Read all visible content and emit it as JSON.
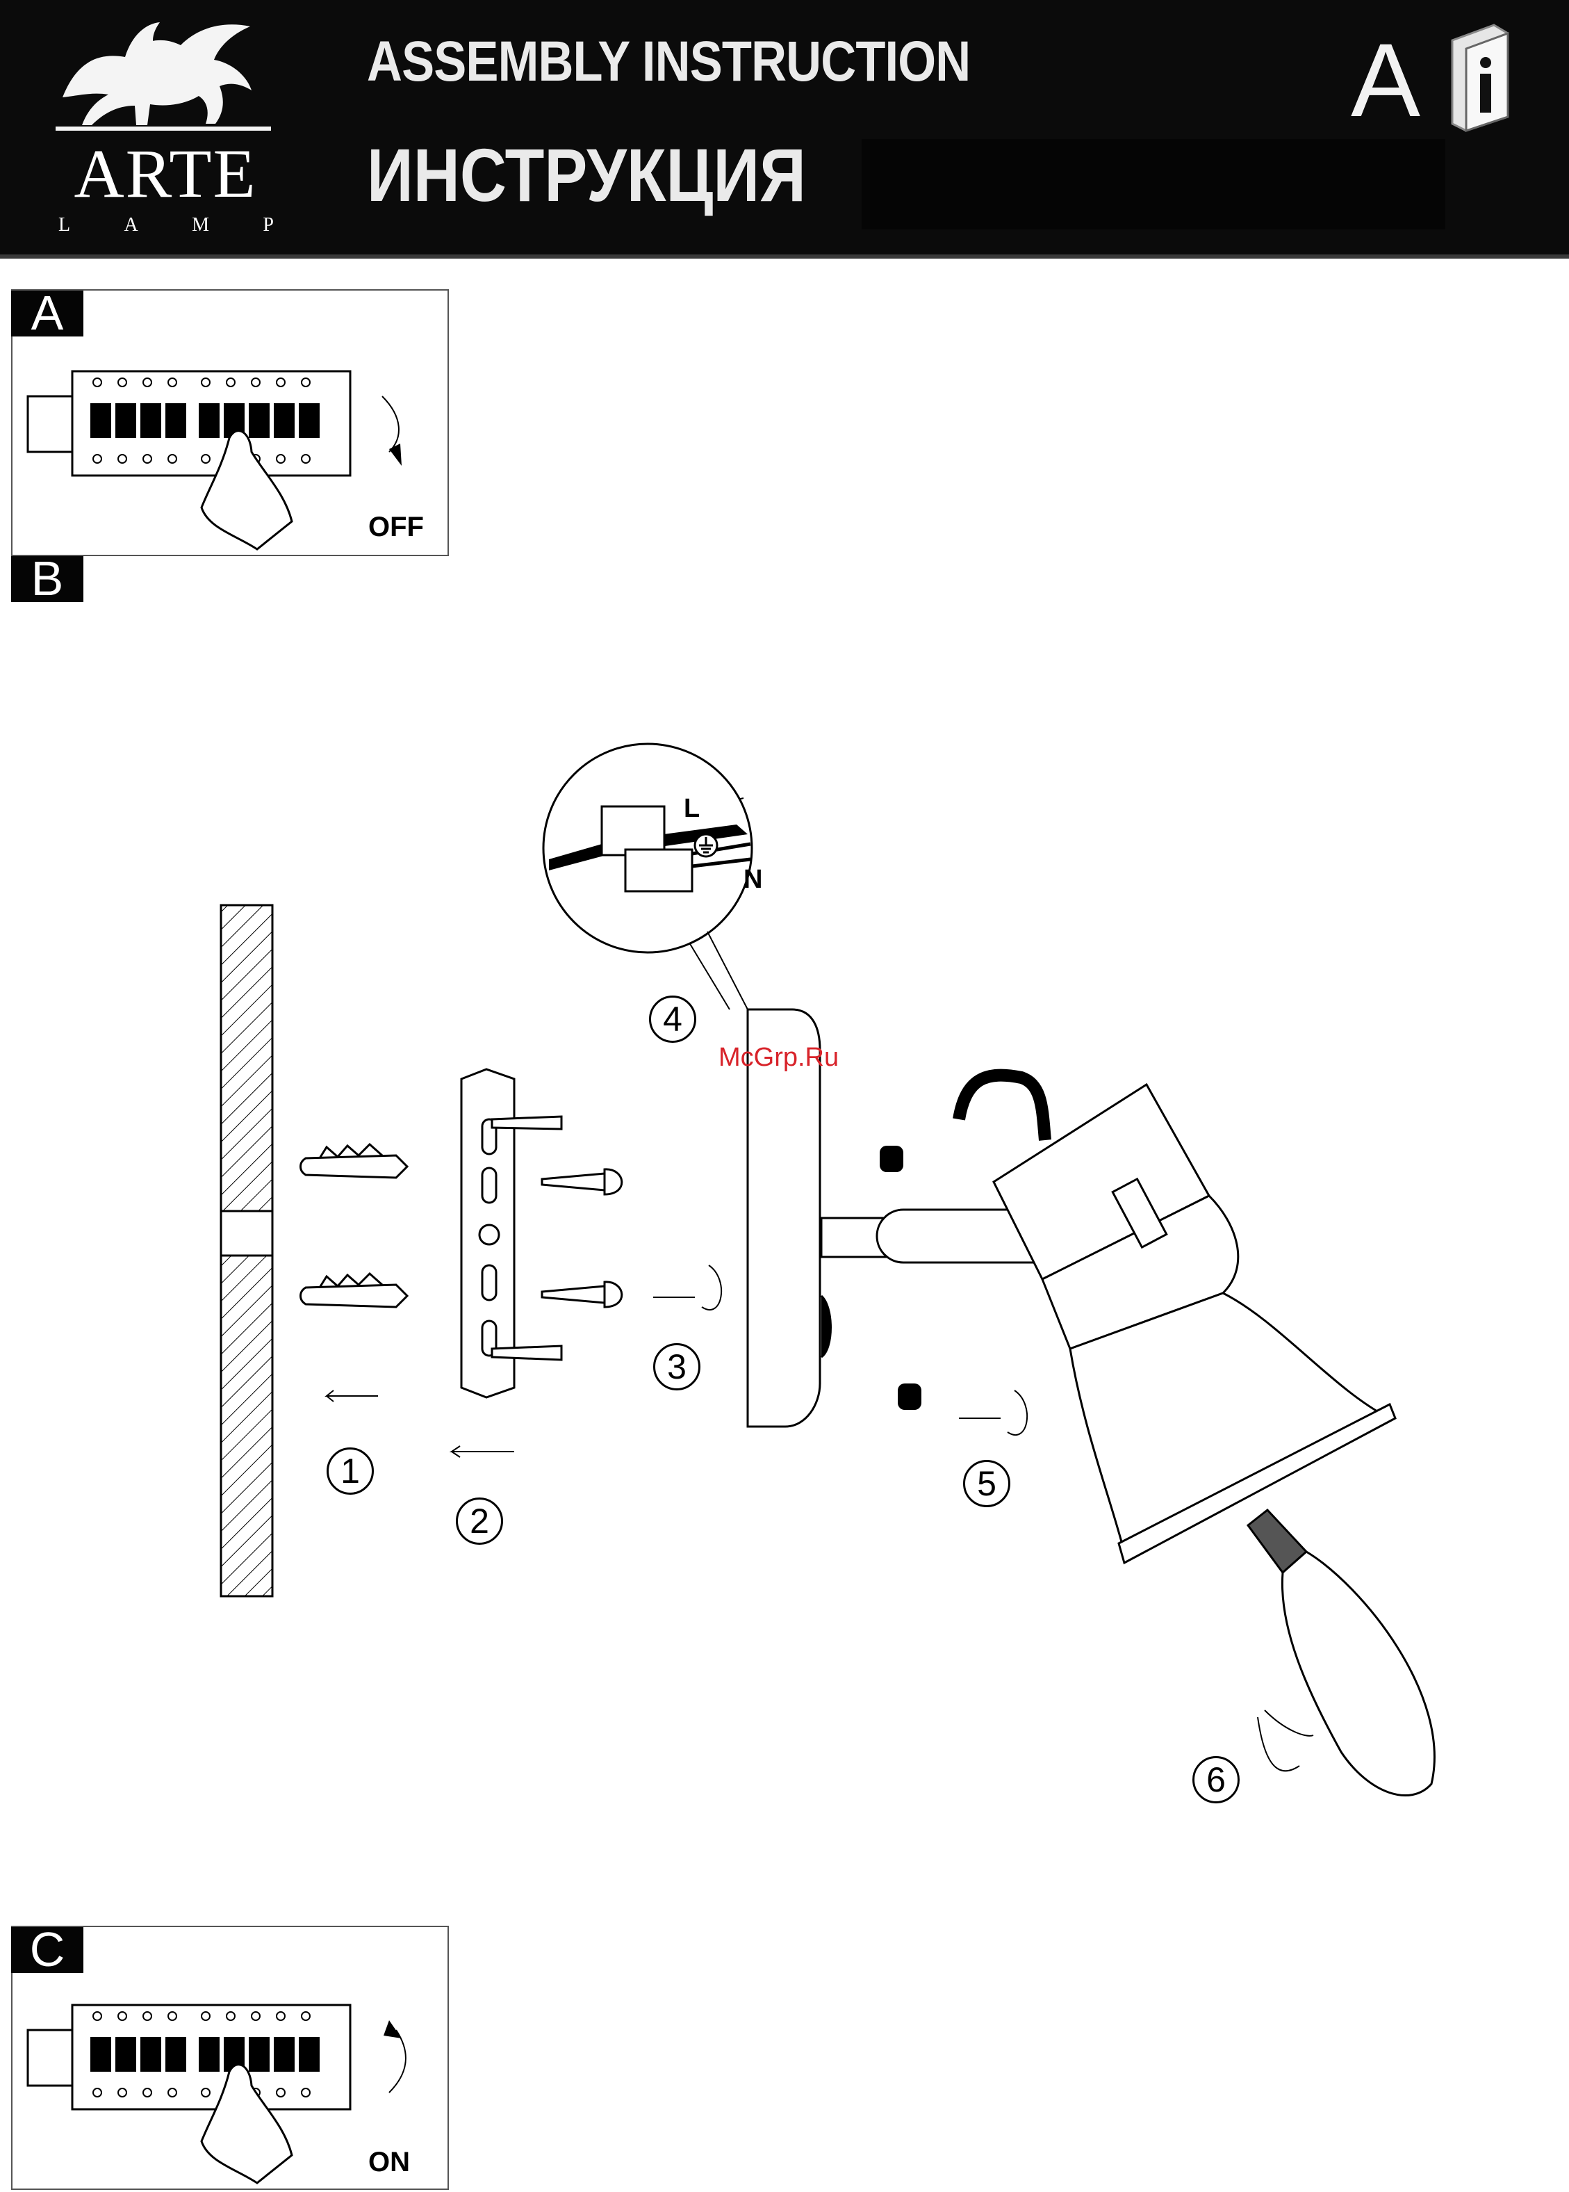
{
  "header": {
    "brand_name": "ARTE",
    "brand_sub": [
      "L",
      "A",
      "M",
      "P"
    ],
    "title_en": "ASSEMBLY INSTRUCTION",
    "title_ru": "ИНСТРУКЦИЯ",
    "doc_letter": "A",
    "icon": "info-book-icon"
  },
  "steps": {
    "a": {
      "tag": "A",
      "state": "OFF"
    },
    "b": {
      "tag": "B"
    },
    "c": {
      "tag": "C",
      "state": "ON"
    }
  },
  "diagram": {
    "numbers": [
      "1",
      "2",
      "3",
      "4",
      "5",
      "6"
    ],
    "wire_live": "L",
    "wire_neutral": "N",
    "earth_icon": "earth-ground-icon"
  },
  "watermark": "McGrp.Ru"
}
